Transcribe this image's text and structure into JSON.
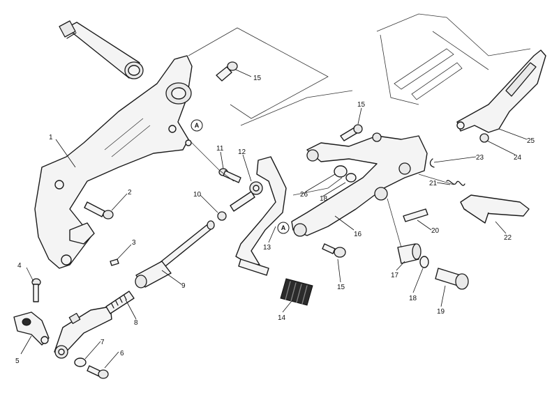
{
  "diagram": {
    "callouts": {
      "c1": "1",
      "c2": "2",
      "c3": "3",
      "c4": "4",
      "c5": "5",
      "c6": "6",
      "c7": "7",
      "c8": "8",
      "c9": "9",
      "c10": "10",
      "c11": "11",
      "c12": "12",
      "c13": "13",
      "c14": "14",
      "c15a": "15",
      "c15b": "15",
      "c15c": "15",
      "c16": "16",
      "c17": "17",
      "c18a": "18",
      "c18b": "18",
      "c19": "19",
      "c20": "20",
      "c21": "21",
      "c22": "22",
      "c23": "23",
      "c24": "24",
      "c25": "25",
      "c26": "26"
    },
    "reference_marks": {
      "a1": "A",
      "a2": "A"
    }
  }
}
